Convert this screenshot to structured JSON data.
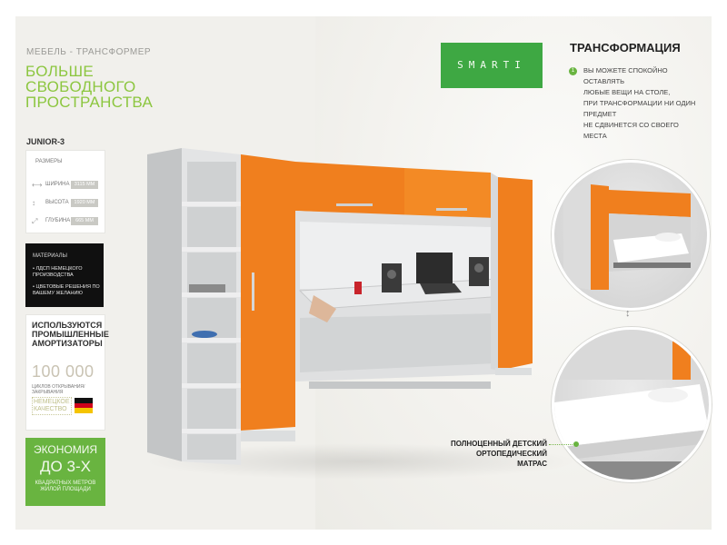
{
  "header": {
    "subtitle": "МЕБЕЛЬ - ТРАНСФОРМЕР",
    "headline_lines": [
      "БОЛЬШЕ",
      "СВОБОДНОГО",
      "ПРОСТРАНСТВА"
    ],
    "model": "JUNIOR-3"
  },
  "dimensions": {
    "title": "РАЗМЕРЫ",
    "rows": [
      {
        "label": "ШИРИНА",
        "value": "3115 ММ",
        "icon": "width-arrow-icon"
      },
      {
        "label": "ВЫСОТА",
        "value": "1920 ММ",
        "icon": "height-arrow-icon"
      },
      {
        "label": "ГЛУБИНА",
        "value": "665 ММ",
        "icon": "depth-arrow-icon"
      }
    ]
  },
  "materials": {
    "title": "МАТЕРИАЛЫ",
    "items": [
      "ЛДСП НЕМЕЦКОГО ПРОИЗВОДСТВА",
      "ЦВЕТОВЫЕ РЕШЕНИЯ ПО ВАШЕМУ ЖЕЛАНИЮ"
    ]
  },
  "shocks": {
    "title_lines": [
      "ИСПОЛЬЗУЮТСЯ",
      "ПРОМЫШЛЕННЫЕ",
      "АМОРТИЗАТОРЫ"
    ],
    "number": "100 000",
    "caption": "ЦИКЛОВ ОТКРЫВАНИЯ/ЗАКРЫВАНИЯ",
    "quality_lines": [
      "НЕМЕЦКОЕ",
      "КАЧЕСТВО"
    ],
    "flag_colors": [
      "#111111",
      "#d0021b",
      "#f5c400"
    ]
  },
  "economy": {
    "line1": "ЭКОНОМИЯ",
    "line2": "ДО 3-Х",
    "caption_lines": [
      "КВАДРАТНЫХ МЕТРОВ",
      "ЖИЛОЙ ПЛОЩАДИ"
    ]
  },
  "brand": {
    "logo": "SMARTI"
  },
  "transformation": {
    "title": "ТРАНСФОРМАЦИЯ",
    "bullet": "1",
    "text_lines": [
      "ВЫ МОЖЕТЕ СПОКОЙНО ОСТАВЛЯТЬ",
      "ЛЮБЫЕ ВЕЩИ НА СТОЛЕ,",
      "ПРИ ТРАНСФОРМАЦИИ НИ ОДИН ПРЕДМЕТ",
      "НЕ СДВИНЕТСЯ СО СВОЕГО МЕСТА"
    ]
  },
  "mattress": {
    "label_lines": [
      "ПОЛНОЦЕННЫЙ ДЕТСКИЙ",
      "ОРТОПЕДИЧЕСКИЙ МАТРАС"
    ]
  },
  "colors": {
    "accent_green": "#69b440",
    "logo_green": "#3ea843",
    "headline_green": "#8cc63f",
    "orange": "#f07f1e",
    "frame_grey": "#d9dbdc"
  }
}
